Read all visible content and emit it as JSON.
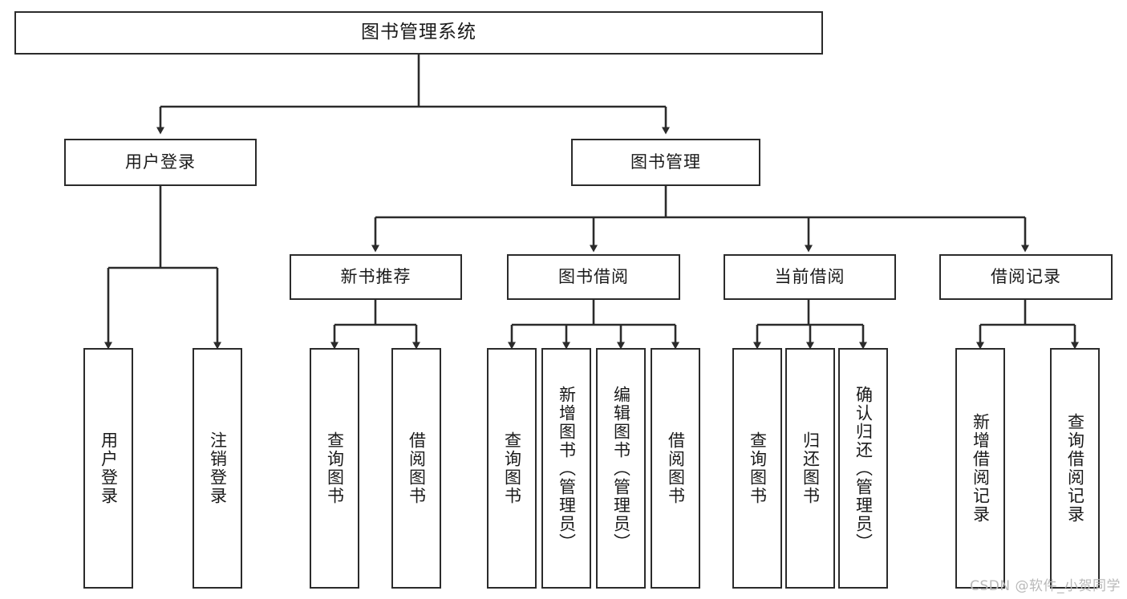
{
  "diagram": {
    "title": "图书管理系统",
    "type": "tree-hierarchy-chart",
    "background_color": "#ffffff",
    "line_color": "#2b2b2b",
    "text_color": "#1a1a1a",
    "watermark": "CSDN @软件_小贺同学"
  },
  "nodes": {
    "root": {
      "label": "图书管理系统"
    },
    "level1": [
      {
        "id": "user-login",
        "label": "用户登录"
      },
      {
        "id": "book-manage",
        "label": "图书管理"
      }
    ],
    "level2": [
      {
        "id": "new-book-recommend",
        "label": "新书推荐"
      },
      {
        "id": "book-borrow",
        "label": "图书借阅"
      },
      {
        "id": "current-borrow",
        "label": "当前借阅"
      },
      {
        "id": "borrow-record",
        "label": "借阅记录"
      }
    ],
    "leaves": {
      "user_login": [
        {
          "id": "leaf-user-login",
          "label": "用户登录"
        },
        {
          "id": "leaf-logout-login",
          "label": "注销登录"
        }
      ],
      "new_book_recommend": [
        {
          "id": "leaf-query-book-1",
          "label": "查询图书"
        },
        {
          "id": "leaf-borrow-book-1",
          "label": "借阅图书"
        }
      ],
      "book_borrow": [
        {
          "id": "leaf-query-book-2",
          "label": "查询图书"
        },
        {
          "id": "leaf-add-book",
          "label": "新增图书（管理员）"
        },
        {
          "id": "leaf-edit-book",
          "label": "编辑图书（管理员）"
        },
        {
          "id": "leaf-borrow-book-2",
          "label": "借阅图书"
        }
      ],
      "current_borrow": [
        {
          "id": "leaf-query-book-3",
          "label": "查询图书"
        },
        {
          "id": "leaf-return-book",
          "label": "归还图书"
        },
        {
          "id": "leaf-confirm-return",
          "label": "确认归还（管理员）"
        }
      ],
      "borrow_record": [
        {
          "id": "leaf-add-borrow-record",
          "label": "新增借阅记录"
        },
        {
          "id": "leaf-query-borrow-record",
          "label": "查询借阅记录"
        }
      ]
    }
  }
}
